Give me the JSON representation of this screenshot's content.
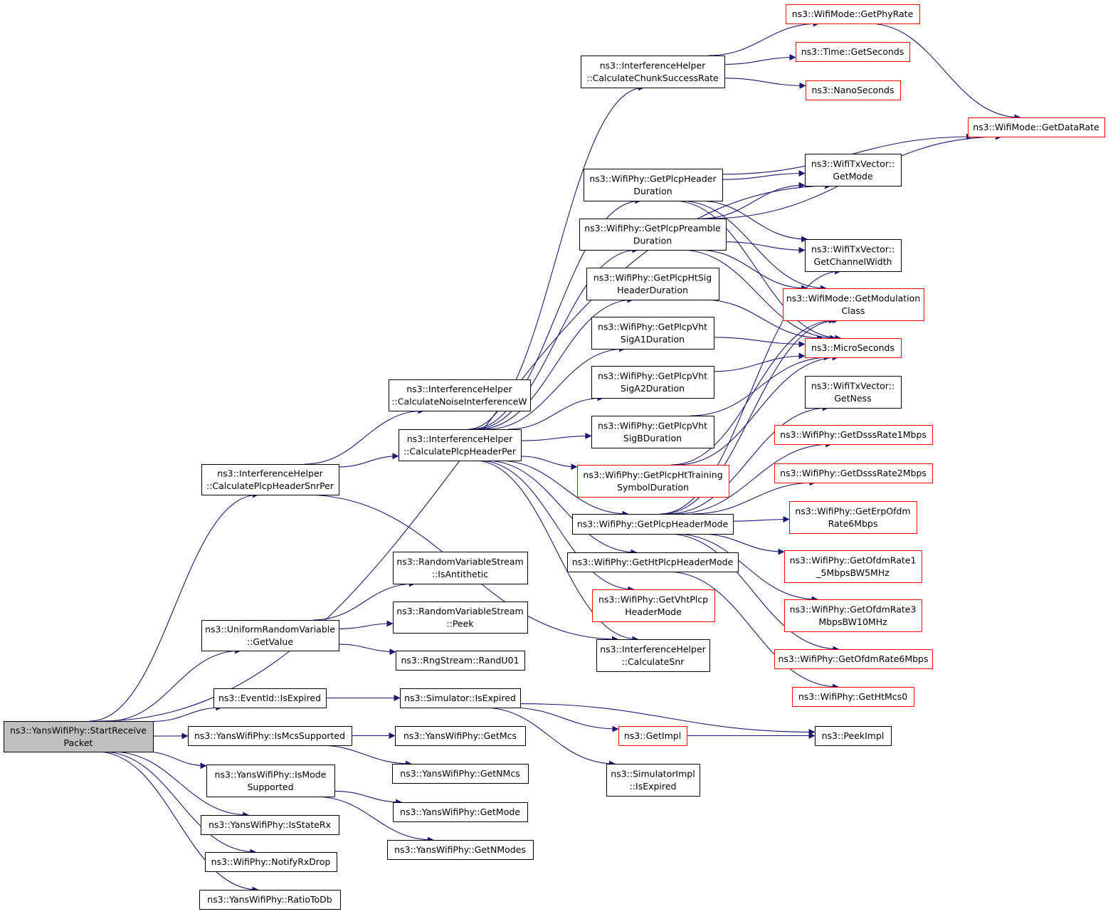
{
  "diagram": {
    "title": "",
    "nodes": {
      "start_receive": {
        "lines": [
          "ns3::YansWifiPhy::StartReceive",
          "Packet"
        ],
        "style": "root"
      },
      "calc_plcp_header_snr_per": {
        "lines": [
          "ns3::InterferenceHelper",
          "::CalculatePlcpHeaderSnrPer"
        ],
        "style": "normal"
      },
      "uniform_get_value": {
        "lines": [
          "ns3::UniformRandomVariable",
          "::GetValue"
        ],
        "style": "normal"
      },
      "eventid_is_expired": {
        "lines": [
          "ns3::EventId::IsExpired"
        ],
        "style": "normal"
      },
      "is_mcs_supported": {
        "lines": [
          "ns3::YansWifiPhy::IsMcsSupported"
        ],
        "style": "normal"
      },
      "is_mode_supported": {
        "lines": [
          "ns3::YansWifiPhy::IsMode",
          "Supported"
        ],
        "style": "normal"
      },
      "is_state_rx": {
        "lines": [
          "ns3::YansWifiPhy::IsStateRx"
        ],
        "style": "normal"
      },
      "notify_rx_drop": {
        "lines": [
          "ns3::WifiPhy::NotifyRxDrop"
        ],
        "style": "normal"
      },
      "ratio_to_db": {
        "lines": [
          "ns3::YansWifiPhy::RatioToDb"
        ],
        "style": "normal"
      },
      "calc_noise_interference": {
        "lines": [
          "ns3::InterferenceHelper",
          "::CalculateNoiseInterferenceW"
        ],
        "style": "normal"
      },
      "calc_plcp_header_per": {
        "lines": [
          "ns3::InterferenceHelper",
          "::CalculatePlcpHeaderPer"
        ],
        "style": "normal"
      },
      "rvs_is_antithetic": {
        "lines": [
          "ns3::RandomVariableStream",
          "::IsAntithetic"
        ],
        "style": "normal"
      },
      "rvs_peek": {
        "lines": [
          "ns3::RandomVariableStream",
          "::Peek"
        ],
        "style": "normal"
      },
      "rngstream_randu01": {
        "lines": [
          "ns3::RngStream::RandU01"
        ],
        "style": "normal"
      },
      "simulator_is_expired": {
        "lines": [
          "ns3::Simulator::IsExpired"
        ],
        "style": "normal"
      },
      "yans_get_mcs": {
        "lines": [
          "ns3::YansWifiPhy::GetMcs"
        ],
        "style": "normal"
      },
      "yans_get_nmcs": {
        "lines": [
          "ns3::YansWifiPhy::GetNMcs"
        ],
        "style": "normal"
      },
      "yans_get_mode": {
        "lines": [
          "ns3::YansWifiPhy::GetMode"
        ],
        "style": "normal"
      },
      "yans_get_nmodes": {
        "lines": [
          "ns3::YansWifiPhy::GetNModes"
        ],
        "style": "normal"
      },
      "calc_chunk_success": {
        "lines": [
          "ns3::InterferenceHelper",
          "::CalculateChunkSuccessRate"
        ],
        "style": "normal"
      },
      "get_plcp_header_duration": {
        "lines": [
          "ns3::WifiPhy::GetPlcpHeader",
          "Duration"
        ],
        "style": "normal"
      },
      "get_plcp_preamble_duration": {
        "lines": [
          "ns3::WifiPhy::GetPlcpPreamble",
          "Duration"
        ],
        "style": "normal"
      },
      "get_plcp_htsig_duration": {
        "lines": [
          "ns3::WifiPhy::GetPlcpHtSig",
          "HeaderDuration"
        ],
        "style": "normal"
      },
      "get_plcp_vht_siga1": {
        "lines": [
          "ns3::WifiPhy::GetPlcpVht",
          "SigA1Duration"
        ],
        "style": "normal"
      },
      "get_plcp_vht_siga2": {
        "lines": [
          "ns3::WifiPhy::GetPlcpVht",
          "SigA2Duration"
        ],
        "style": "normal"
      },
      "get_plcp_vht_sigb": {
        "lines": [
          "ns3::WifiPhy::GetPlcpVht",
          "SigBDuration"
        ],
        "style": "normal"
      },
      "get_plcp_ht_training": {
        "lines": [
          "ns3::WifiPhy::GetPlcpHtTraining",
          "SymbolDuration"
        ],
        "style": "red"
      },
      "get_plcp_header_mode": {
        "lines": [
          "ns3::WifiPhy::GetPlcpHeaderMode"
        ],
        "style": "normal"
      },
      "get_ht_plcp_header_mode": {
        "lines": [
          "ns3::WifiPhy::GetHtPlcpHeaderMode"
        ],
        "style": "normal"
      },
      "get_vht_plcp_header_mode": {
        "lines": [
          "ns3::WifiPhy::GetVhtPlcp",
          "HeaderMode"
        ],
        "style": "red"
      },
      "calculate_snr": {
        "lines": [
          "ns3::InterferenceHelper",
          "::CalculateSnr"
        ],
        "style": "normal"
      },
      "get_impl": {
        "lines": [
          "ns3::GetImpl"
        ],
        "style": "red"
      },
      "simulatorimpl_is_expired": {
        "lines": [
          "ns3::SimulatorImpl",
          "::IsExpired"
        ],
        "style": "normal"
      },
      "peek_impl": {
        "lines": [
          "ns3::PeekImpl"
        ],
        "style": "normal"
      },
      "wifimode_get_phy_rate": {
        "lines": [
          "ns3::WifiMode::GetPhyRate"
        ],
        "style": "red"
      },
      "time_get_seconds": {
        "lines": [
          "ns3::Time::GetSeconds"
        ],
        "style": "red"
      },
      "nanoseconds": {
        "lines": [
          "ns3::NanoSeconds"
        ],
        "style": "red"
      },
      "wifimode_get_data_rate": {
        "lines": [
          "ns3::WifiMode::GetDataRate"
        ],
        "style": "red"
      },
      "txvector_get_mode": {
        "lines": [
          "ns3::WifiTxVector::",
          "GetMode"
        ],
        "style": "normal"
      },
      "txvector_get_channel_width": {
        "lines": [
          "ns3::WifiTxVector::",
          "GetChannelWidth"
        ],
        "style": "normal"
      },
      "wifimode_get_modulation_class": {
        "lines": [
          "ns3::WifiMode::GetModulation",
          "Class"
        ],
        "style": "red"
      },
      "microseconds": {
        "lines": [
          "ns3::MicroSeconds"
        ],
        "style": "red"
      },
      "txvector_get_ness": {
        "lines": [
          "ns3::WifiTxVector::",
          "GetNess"
        ],
        "style": "normal"
      },
      "get_dsss_rate_1": {
        "lines": [
          "ns3::WifiPhy::GetDsssRate1Mbps"
        ],
        "style": "red"
      },
      "get_dsss_rate_2": {
        "lines": [
          "ns3::WifiPhy::GetDsssRate2Mbps"
        ],
        "style": "red"
      },
      "get_erp_ofdm_6": {
        "lines": [
          "ns3::WifiPhy::GetErpOfdm",
          "Rate6Mbps"
        ],
        "style": "red"
      },
      "get_ofdm_1_5": {
        "lines": [
          "ns3::WifiPhy::GetOfdmRate1",
          "_5MbpsBW5MHz"
        ],
        "style": "red"
      },
      "get_ofdm_3": {
        "lines": [
          "ns3::WifiPhy::GetOfdmRate3",
          "MbpsBW10MHz"
        ],
        "style": "red"
      },
      "get_ofdm_6": {
        "lines": [
          "ns3::WifiPhy::GetOfdmRate6Mbps"
        ],
        "style": "red"
      },
      "get_ht_mcs0": {
        "lines": [
          "ns3::WifiPhy::GetHtMcs0"
        ],
        "style": "red"
      }
    },
    "edges": [
      [
        "start_receive",
        "calc_plcp_header_snr_per"
      ],
      [
        "start_receive",
        "uniform_get_value"
      ],
      [
        "start_receive",
        "eventid_is_expired"
      ],
      [
        "start_receive",
        "is_mcs_supported"
      ],
      [
        "start_receive",
        "is_mode_supported"
      ],
      [
        "start_receive",
        "is_state_rx"
      ],
      [
        "start_receive",
        "notify_rx_drop"
      ],
      [
        "start_receive",
        "ratio_to_db"
      ],
      [
        "start_receive",
        "txvector_get_mode"
      ],
      [
        "calc_plcp_header_snr_per",
        "calc_noise_interference"
      ],
      [
        "calc_plcp_header_snr_per",
        "calc_plcp_header_per"
      ],
      [
        "calc_plcp_header_snr_per",
        "calculate_snr"
      ],
      [
        "uniform_get_value",
        "rvs_is_antithetic"
      ],
      [
        "uniform_get_value",
        "rvs_peek"
      ],
      [
        "uniform_get_value",
        "rngstream_randu01"
      ],
      [
        "eventid_is_expired",
        "simulator_is_expired"
      ],
      [
        "simulator_is_expired",
        "get_impl"
      ],
      [
        "simulator_is_expired",
        "simulatorimpl_is_expired"
      ],
      [
        "simulator_is_expired",
        "peek_impl"
      ],
      [
        "get_impl",
        "peek_impl"
      ],
      [
        "is_mcs_supported",
        "yans_get_mcs"
      ],
      [
        "is_mcs_supported",
        "yans_get_nmcs"
      ],
      [
        "is_mode_supported",
        "yans_get_mode"
      ],
      [
        "is_mode_supported",
        "yans_get_nmodes"
      ],
      [
        "calc_plcp_header_per",
        "calc_chunk_success"
      ],
      [
        "calc_plcp_header_per",
        "get_plcp_header_duration"
      ],
      [
        "calc_plcp_header_per",
        "get_plcp_preamble_duration"
      ],
      [
        "calc_plcp_header_per",
        "get_plcp_htsig_duration"
      ],
      [
        "calc_plcp_header_per",
        "get_plcp_vht_siga1"
      ],
      [
        "calc_plcp_header_per",
        "get_plcp_vht_siga2"
      ],
      [
        "calc_plcp_header_per",
        "get_plcp_vht_sigb"
      ],
      [
        "calc_plcp_header_per",
        "get_plcp_ht_training"
      ],
      [
        "calc_plcp_header_per",
        "get_plcp_header_mode"
      ],
      [
        "calc_plcp_header_per",
        "get_ht_plcp_header_mode"
      ],
      [
        "calc_plcp_header_per",
        "get_vht_plcp_header_mode"
      ],
      [
        "calc_plcp_header_per",
        "calculate_snr"
      ],
      [
        "calc_chunk_success",
        "wifimode_get_phy_rate"
      ],
      [
        "calc_chunk_success",
        "time_get_seconds"
      ],
      [
        "calc_chunk_success",
        "nanoseconds"
      ],
      [
        "wifimode_get_phy_rate",
        "wifimode_get_data_rate"
      ],
      [
        "get_plcp_header_duration",
        "wifimode_get_data_rate"
      ],
      [
        "get_plcp_header_duration",
        "txvector_get_mode"
      ],
      [
        "get_plcp_header_duration",
        "txvector_get_channel_width"
      ],
      [
        "get_plcp_header_duration",
        "wifimode_get_modulation_class"
      ],
      [
        "get_plcp_header_duration",
        "microseconds"
      ],
      [
        "get_plcp_preamble_duration",
        "txvector_get_mode"
      ],
      [
        "get_plcp_preamble_duration",
        "wifimode_get_data_rate"
      ],
      [
        "get_plcp_preamble_duration",
        "txvector_get_channel_width"
      ],
      [
        "get_plcp_preamble_duration",
        "wifimode_get_modulation_class"
      ],
      [
        "get_plcp_preamble_duration",
        "microseconds"
      ],
      [
        "get_plcp_htsig_duration",
        "microseconds"
      ],
      [
        "get_plcp_vht_siga1",
        "microseconds"
      ],
      [
        "get_plcp_vht_siga2",
        "microseconds"
      ],
      [
        "get_plcp_vht_sigb",
        "microseconds"
      ],
      [
        "get_plcp_ht_training",
        "wifimode_get_modulation_class"
      ],
      [
        "get_plcp_ht_training",
        "microseconds"
      ],
      [
        "get_plcp_header_mode",
        "txvector_get_channel_width"
      ],
      [
        "get_plcp_header_mode",
        "wifimode_get_modulation_class"
      ],
      [
        "get_plcp_header_mode",
        "txvector_get_ness"
      ],
      [
        "get_plcp_header_mode",
        "get_dsss_rate_1"
      ],
      [
        "get_plcp_header_mode",
        "get_dsss_rate_2"
      ],
      [
        "get_plcp_header_mode",
        "get_erp_ofdm_6"
      ],
      [
        "get_plcp_header_mode",
        "get_ofdm_1_5"
      ],
      [
        "get_plcp_header_mode",
        "get_ofdm_3"
      ],
      [
        "get_plcp_header_mode",
        "get_ofdm_6"
      ],
      [
        "get_ht_plcp_header_mode",
        "get_ht_mcs0"
      ]
    ]
  },
  "colors": {
    "edge": "#191970",
    "node_border": "#000000",
    "node_border_red": "#ff0000",
    "root_fill": "#bfbfbf",
    "background": "#ffffff"
  }
}
